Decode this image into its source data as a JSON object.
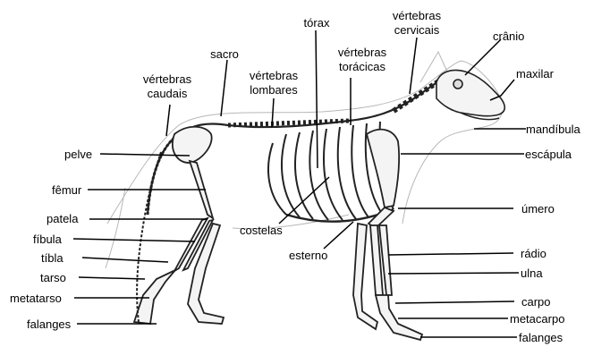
{
  "labels": {
    "torax": "tórax",
    "vertebras_cervicais_1": "vértebras",
    "vertebras_cervicais_2": "cervicais",
    "cranio": "crânio",
    "sacro": "sacro",
    "vertebras_toracicas_1": "vértebras",
    "vertebras_toracicas_2": "torácicas",
    "maxilar": "maxilar",
    "vertebras_caudais_1": "vértebras",
    "vertebras_caudais_2": "caudais",
    "vertebras_lombares_1": "vértebras",
    "vertebras_lombares_2": "lombares",
    "mandibula": "mandíbula",
    "pelve": "pelve",
    "escapula": "escápula",
    "femur": "fêmur",
    "umero": "úmero",
    "patela": "patela",
    "costelas": "costelas",
    "fibula": "fíbula",
    "esterno": "esterno",
    "radio": "rádio",
    "tibia": "tíbla",
    "ulna": "ulna",
    "tarso": "tarso",
    "metatarso": "metatarso",
    "carpo": "carpo",
    "metacarpo": "metacarpo",
    "falanges_left": "falanges",
    "falanges_right": "falanges"
  }
}
